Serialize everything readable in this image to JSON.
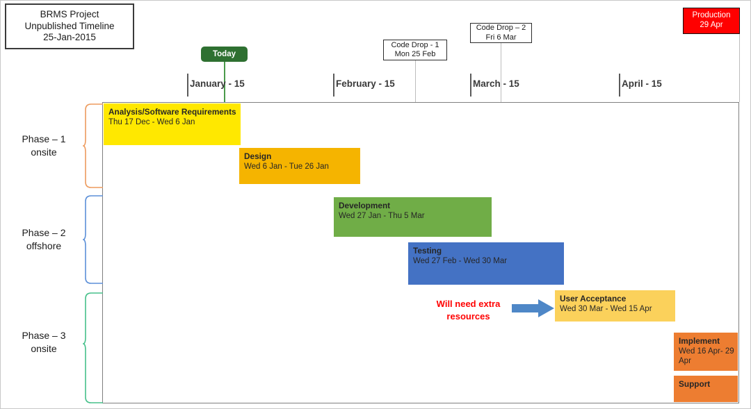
{
  "title_box": {
    "line1": "BRMS Project",
    "line2": "Unpublished Timeline",
    "line3": "25-Jan-2015"
  },
  "today": {
    "label": "Today"
  },
  "axis": {
    "months": [
      {
        "label": "January - 15"
      },
      {
        "label": "February - 15"
      },
      {
        "label": "March - 15"
      },
      {
        "label": "April - 15"
      }
    ]
  },
  "milestones": [
    {
      "name": "Code Drop - 1",
      "date": "Mon 25 Feb"
    },
    {
      "name": "Code Drop – 2",
      "date": "Fri 6 Mar"
    }
  ],
  "production": {
    "name": "Production",
    "date": "29 Apr"
  },
  "annotation": {
    "line1": "Will need extra",
    "line2": "resources"
  },
  "phases": [
    {
      "line1": "Phase – 1",
      "line2": "onsite",
      "color": "#ED9B5E"
    },
    {
      "line1": "Phase – 2",
      "line2": "offshore",
      "color": "#5B8FD8"
    },
    {
      "line1": "Phase – 3",
      "line2": "onsite",
      "color": "#46C08A"
    }
  ],
  "chart_data": {
    "type": "bar",
    "title": "BRMS Project Unpublished Timeline 25-Jan-2015",
    "xlabel": "",
    "ylabel": "",
    "axis_ticks": [
      "January - 15",
      "February - 15",
      "March - 15",
      "April - 15"
    ],
    "categories": [
      "Analysis/Software Requirements",
      "Design",
      "Development",
      "Testing",
      "User Acceptance",
      "Implement",
      "Support"
    ],
    "tasks": [
      {
        "name": "Analysis/Software Requirements",
        "dates": "Thu 17 Dec - Wed 6 Jan",
        "start": "Thu 17 Dec",
        "end": "Wed 6 Jan",
        "color": "#FFE800",
        "phase": "Phase – 1 onsite"
      },
      {
        "name": "Design",
        "dates": "Wed 6 Jan - Tue 26 Jan",
        "start": "Wed 6 Jan",
        "end": "Tue 26 Jan",
        "color": "#F5B400",
        "phase": "Phase – 1 onsite"
      },
      {
        "name": "Development",
        "dates": "Wed 27 Jan - Thu 5 Mar",
        "start": "Wed 27 Jan",
        "end": "Thu 5 Mar",
        "color": "#70AD47",
        "phase": "Phase – 2 offshore"
      },
      {
        "name": "Testing",
        "dates": "Wed 27 Feb - Wed 30 Mar",
        "start": "Wed 27 Feb",
        "end": "Wed 30 Mar",
        "color": "#4472C4",
        "phase": "Phase – 2 offshore"
      },
      {
        "name": "User Acceptance",
        "dates": "Wed 30 Mar - Wed 15 Apr",
        "start": "Wed 30 Mar",
        "end": "Wed 15 Apr",
        "color": "#FBD15B",
        "phase": "Phase – 3 onsite"
      },
      {
        "name": "Implement",
        "dates": "Wed 16 Apr- 29 Apr",
        "start": "Wed 16 Apr",
        "end": "29 Apr",
        "color": "#ED7D31",
        "phase": "Phase – 3 onsite"
      },
      {
        "name": "Support",
        "dates": "",
        "start": "",
        "end": "",
        "color": "#ED7D31",
        "phase": "Phase – 3 onsite"
      }
    ],
    "markers": [
      {
        "name": "Today",
        "color": "#2e7031"
      },
      {
        "name": "Code Drop - 1",
        "date": "Mon 25 Feb"
      },
      {
        "name": "Code Drop – 2",
        "date": "Fri 6 Mar"
      },
      {
        "name": "Production",
        "date": "29 Apr",
        "color": "#FF0000"
      }
    ],
    "annotations": [
      {
        "text": "Will need extra resources",
        "color": "#FF0000"
      }
    ],
    "grid": false,
    "legend": "none"
  }
}
